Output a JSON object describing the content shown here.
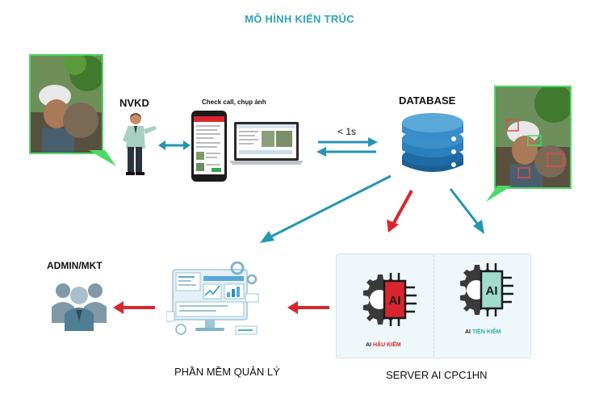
{
  "title": "MÔ HÌNH KIẾN TRÚC",
  "labels": {
    "nvkd": "NVKD",
    "check_call": "Check call, chụp ảnh",
    "database": "DATABASE",
    "latency": "< 1s",
    "admin": "ADMIN/MKT",
    "software": "PHẦN MỀM QUẢN LÝ",
    "server": "SERVER AI CPC1HN"
  },
  "ai_modules": {
    "post_check": {
      "icon_text": "AI",
      "caption_prefix": "AI",
      "caption_highlight": "HẬU KIỂM"
    },
    "pre_check": {
      "icon_text": "AI",
      "caption_prefix": "AI",
      "caption_highlight": "TIỀN KIỂM"
    }
  },
  "colors": {
    "title": "#2ea3b8",
    "flow_arrow": "#2596b0",
    "alert_arrow": "#d9262d",
    "photo_border": "#4cd964",
    "db_top": "#5aa8d8",
    "db_mid": "#2c7fbd",
    "db_bottom": "#1b5e93"
  }
}
